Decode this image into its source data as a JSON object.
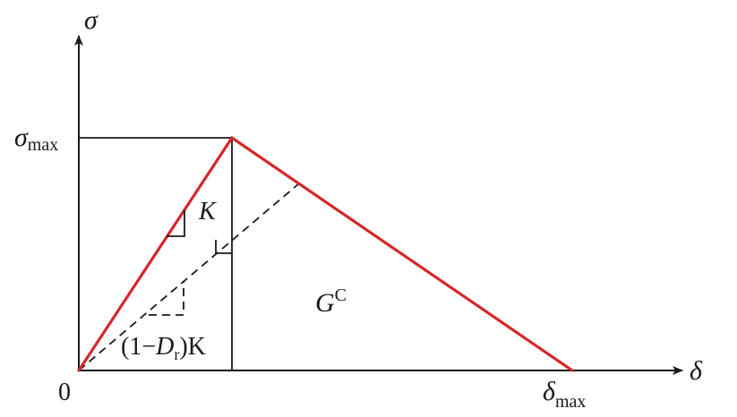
{
  "axes": {
    "y_label": "σ",
    "x_label": "δ",
    "origin_label": "0"
  },
  "labels": {
    "sigma_max": {
      "symbol": "σ",
      "subscript": "max"
    },
    "delta_max": {
      "symbol": "δ",
      "subscript": "max"
    },
    "stiffness": "K",
    "degraded_stiffness": {
      "prefix": "(1−",
      "symbol": "D",
      "subscript": "r",
      "suffix": ")K"
    },
    "fracture_energy": {
      "symbol": "G",
      "superscript": "C"
    }
  },
  "colors": {
    "traction_law": "#d62728",
    "lines": "#1a1a1a"
  }
}
